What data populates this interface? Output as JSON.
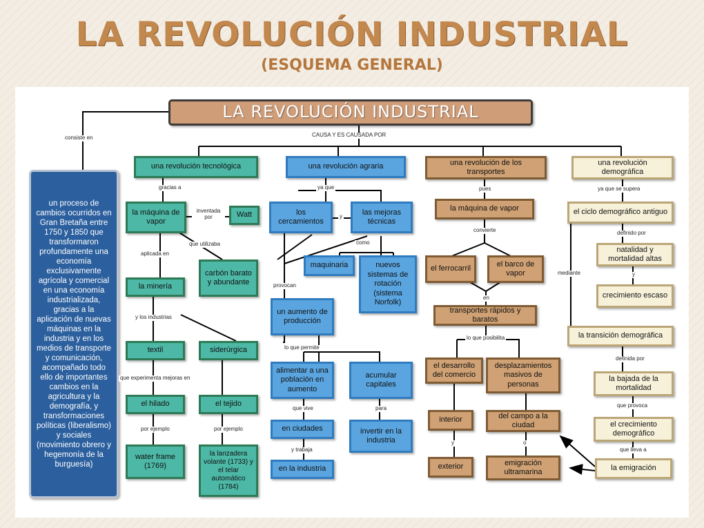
{
  "slide": {
    "title": "LA REVOLUCIÓN INDUSTRIAL",
    "subtitle": "(ESQUEMA GENERAL)"
  },
  "diagram": {
    "main_title": "LA REVOLUCIÓN INDUSTRIAL",
    "nodes": {
      "summary": "un proceso de cambios ocurridos en Gran Bretaña entre 1750 y 1850 que transformaron profundamente una economía exclusivamente agrícola y comercial en una economía industrializada, gracias a la aplicación de nuevas máquinas en la industria y en los medios de transporte y comunicación, acompañado todo ello de importantes cambios en la agricultura y la demografía, y transformaciones políticas (liberalismo) y sociales (movimiento obrero y hegemonía de la burguesía)",
      "rev_tecnologica": "una revolución tecnológica",
      "rev_agraria": "una revolución agraria",
      "rev_transportes": "una revolución de los transportes",
      "rev_demografica": "una revolución demográfica",
      "maquina_vapor": "la máquina de vapor",
      "watt": "Watt",
      "carbon": "carbón barato y abundante",
      "mineria": "la minería",
      "textil": "textil",
      "siderurgia": "siderúrgica",
      "hilado": "el hilado",
      "tejido": "el tejido",
      "water_frame": "water frame (1769)",
      "lanzadera": "la lanzadera volante (1733) y el telar automático (1784)",
      "cercamientos": "los cercamientos",
      "mejoras_tecnicas": "las mejoras técnicas",
      "maquinaria": "maquinaria",
      "sistemas_rotacion": "nuevos sistemas de rotación (sistema Norfolk)",
      "aumento_produccion": "un aumento de producción",
      "alimentar": "alimentar a una población en aumento",
      "acumular": "acumular capitales",
      "ciudades": "en ciudades",
      "invertir": "invertir en la industria",
      "en_industria": "en la industria",
      "maquina_vapor_t": "la máquina de vapor",
      "ferrocarril": "el ferrocarril",
      "barco_vapor": "el barco de vapor",
      "transportes_rapidos": "transportes rápidos y baratos",
      "desarrollo_comercio": "el desarrollo del comercio",
      "desplazamientos": "desplazamientos masivos de personas",
      "interior": "interior",
      "exterior": "exterior",
      "campo_ciudad": "del campo a la ciudad",
      "emigracion_ultramarina": "emigración ultramarina",
      "ciclo_antiguo": "el ciclo demográfico antiguo",
      "natalidad": "natalidad y mortalidad altas",
      "crecimiento_escaso": "crecimiento escaso",
      "transicion": "la transición demográfica",
      "bajada_mortalidad": "la bajada de la mortalidad",
      "crecimiento_demografico": "el crecimiento demográfico",
      "emigracion": "la emigración"
    },
    "labels": {
      "consiste_en": "consiste en",
      "causa_causada": "CAUSA Y ES CAUSADA POR",
      "gracias_a": "gracias a",
      "ya_que": "ya que",
      "pues": "pues",
      "ya_que_supera": "ya que se supera",
      "inventada_por": "inventada por",
      "que_utilizaba": "que utilizaba",
      "aplicada_en": "aplicada en",
      "y_los_industrias": "y los industrias",
      "que_experimenta": "que experimenta mejoras en",
      "por_ejemplo_1": "por ejemplo",
      "por_ejemplo_2": "por ejemplo",
      "y_agr": "y",
      "como": "como",
      "provocan": "provocan",
      "lo_que_permite": "lo que permite",
      "que_vive": "que vive",
      "para": "para",
      "y_trabaja": "y trabaja",
      "convierte": "convierte",
      "en": "en",
      "lo_que_posibilita": "lo que posibilita",
      "y_int": "y",
      "o": "o",
      "definido_por": "definido por",
      "y_dem": "y",
      "definida_por": "definida por",
      "que_provoca": "que provoca",
      "que_lleva_a": "que lleva a",
      "mediante": "mediante"
    },
    "colors": {
      "blue": "#5aa5e0",
      "green": "#4db8a6",
      "tan": "#cfa174",
      "cream": "#f7f1da",
      "dark_blue": "#2b5f9e",
      "title_accent": "#c2884d"
    }
  }
}
